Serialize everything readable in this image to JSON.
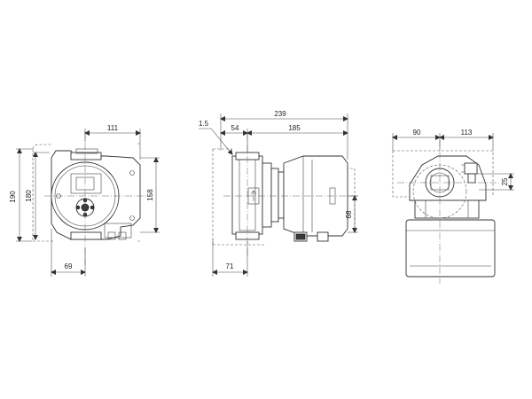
{
  "front_view": {
    "dim_width_top": "111",
    "dim_height_outer": "190",
    "dim_height_inner": "180",
    "dim_height_right": "158",
    "dim_bottom": "69"
  },
  "side_view": {
    "dim_flange": "1.5",
    "dim_overall": "239",
    "dim_left_part": "54",
    "dim_right_part": "185",
    "dim_bottom": "71",
    "dim_height": "68"
  },
  "top_view": {
    "dim_left": "90",
    "dim_right": "113",
    "dim_offset": "25"
  }
}
